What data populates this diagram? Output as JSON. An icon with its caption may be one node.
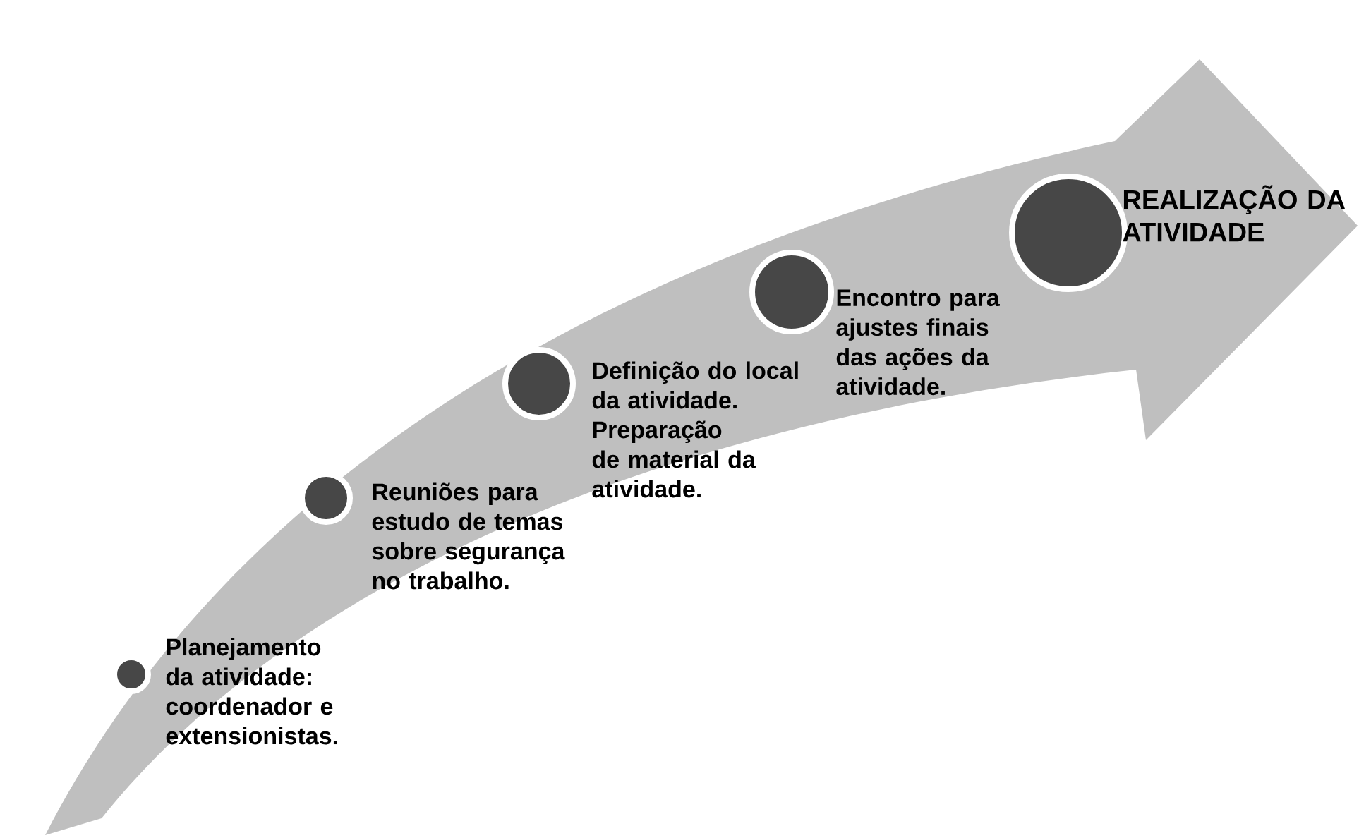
{
  "diagram": {
    "nodes": [
      {
        "text": [],
        "shape": "circle",
        "beside": [
          "Planejamento da atividade: coordenador e extensionistas."
        ]
      },
      {
        "text": [],
        "shape": "circle",
        "beside": [
          "Reuniões para estudo de temas sobre segurança no trabalho."
        ]
      },
      {
        "text": [],
        "shape": "circle",
        "beside": [
          "Definição do local da atividade. Preparação de material da atividade."
        ]
      },
      {
        "text": [],
        "shape": "circle",
        "beside": [
          "Encontro para ajustes finais das ações da atividade."
        ]
      },
      {
        "text": [],
        "shape": "circle",
        "beside": [
          "REALIZAÇÃO DA ATIVIDADE"
        ]
      }
    ]
  }
}
